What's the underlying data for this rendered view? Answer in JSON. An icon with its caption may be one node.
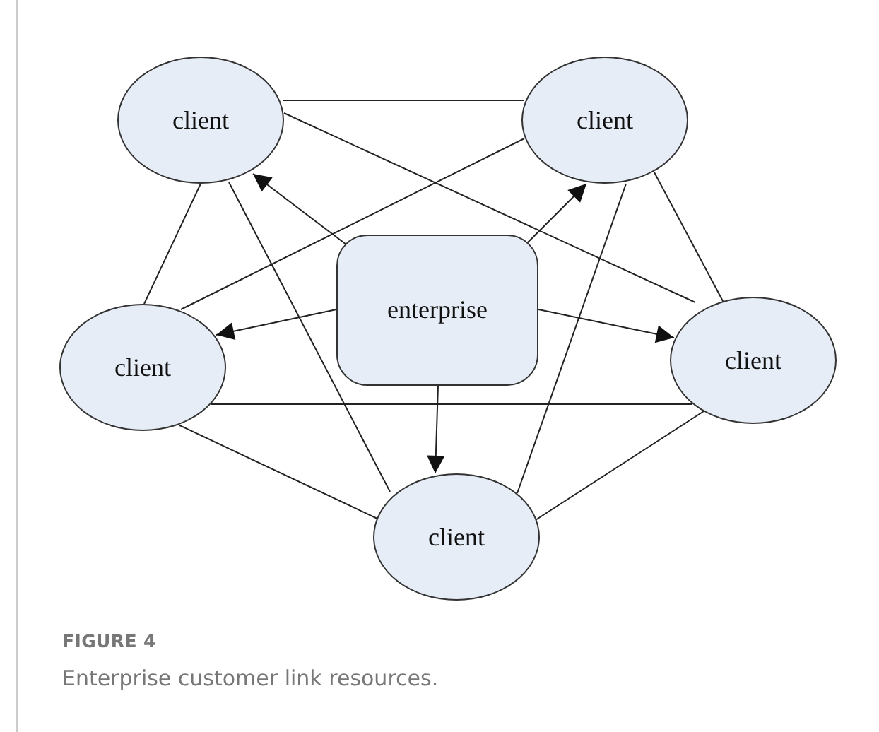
{
  "diagram": {
    "title": "FIGURE 4",
    "caption": "Enterprise customer link resources.",
    "nodes": [
      {
        "text": [
          "client"
        ]
      },
      {
        "text": [
          "client"
        ]
      },
      {
        "text": [
          "enterprise"
        ]
      },
      {
        "text": [
          "client"
        ]
      },
      {
        "text": [
          "client"
        ]
      },
      {
        "text": [
          "client"
        ]
      }
    ],
    "edges": [
      {
        "from": 2,
        "to": 0,
        "arrow": "to"
      },
      {
        "from": 2,
        "to": 1,
        "arrow": "to"
      },
      {
        "from": 2,
        "to": 3,
        "arrow": "to"
      },
      {
        "from": 2,
        "to": 4,
        "arrow": "to"
      },
      {
        "from": 2,
        "to": 5,
        "arrow": "to"
      },
      {
        "from": 0,
        "to": 1,
        "arrow": "none"
      },
      {
        "from": 0,
        "to": 3,
        "arrow": "none"
      },
      {
        "from": 0,
        "to": 4,
        "arrow": "none"
      },
      {
        "from": 0,
        "to": 5,
        "arrow": "none"
      },
      {
        "from": 1,
        "to": 3,
        "arrow": "none"
      },
      {
        "from": 1,
        "to": 4,
        "arrow": "none"
      },
      {
        "from": 1,
        "to": 5,
        "arrow": "none"
      },
      {
        "from": 3,
        "to": 4,
        "arrow": "none"
      },
      {
        "from": 3,
        "to": 5,
        "arrow": "none"
      },
      {
        "from": 4,
        "to": 5,
        "arrow": "none"
      }
    ]
  }
}
